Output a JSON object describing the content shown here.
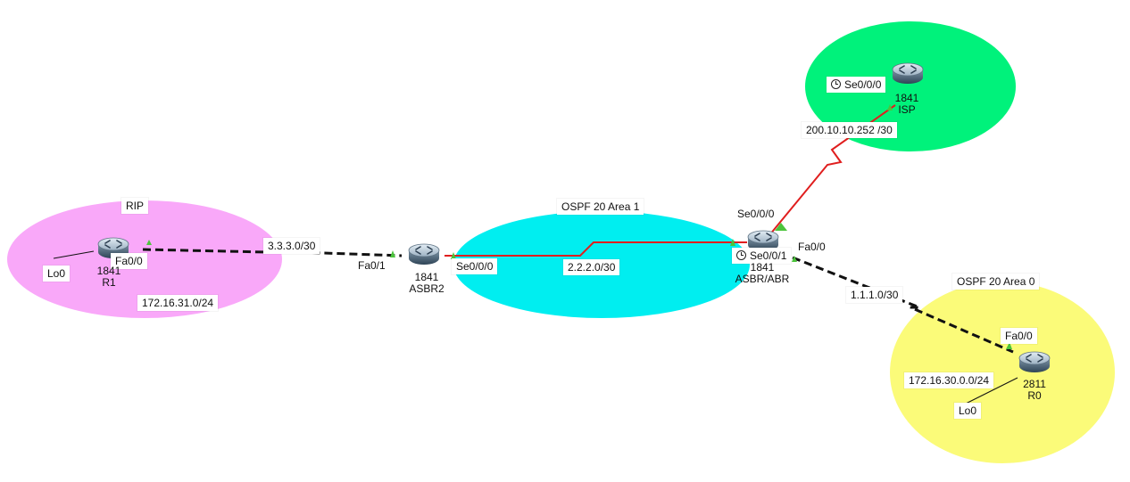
{
  "areas": {
    "rip": {
      "label": "RIP",
      "color": "#f9a8f9"
    },
    "ospf_area1": {
      "label": "OSPF 20 Area 1",
      "color": "#00eef0"
    },
    "isp_zone": {
      "label": "",
      "color": "#00f27b"
    },
    "ospf_area0": {
      "label": "OSPF 20 Area 0",
      "color": "#fbfb79"
    }
  },
  "devices": {
    "r1": {
      "model": "1841",
      "name": "R1"
    },
    "asbr2": {
      "model": "1841",
      "name": "ASBR2"
    },
    "asbr_abr": {
      "model": "1841",
      "name": "ASBR/ABR"
    },
    "isp": {
      "model": "1841",
      "name": "ISP"
    },
    "r0": {
      "model": "2811",
      "name": "R0"
    }
  },
  "links": {
    "r1_asbr2": {
      "network": "3.3.3.0/30",
      "type": "ethernet",
      "color": "#111111"
    },
    "asbr2_abr": {
      "network": "2.2.2.0/30",
      "type": "serial",
      "color": "#e01e1e"
    },
    "abr_isp": {
      "network": "200.10.10.252 /30",
      "type": "serial",
      "color": "#e01e1e"
    },
    "abr_r0": {
      "network": "1.1.1.0/30",
      "type": "ethernet",
      "color": "#111111"
    }
  },
  "interfaces": {
    "r1_fa00": "Fa0/0",
    "r1_lo0": "Lo0",
    "asbr2_fa01": "Fa0/1",
    "asbr2_se000": "Se0/0/0",
    "abr_se000": "Se0/0/0",
    "abr_se001": "Se0/0/1",
    "abr_fa00": "Fa0/0",
    "isp_se000": "Se0/0/0",
    "r0_fa00": "Fa0/0",
    "r0_lo0": "Lo0"
  },
  "notes": {
    "r1_lan": "172.16.31.0/24",
    "r0_lan": "172.16.30.0.0/24"
  }
}
